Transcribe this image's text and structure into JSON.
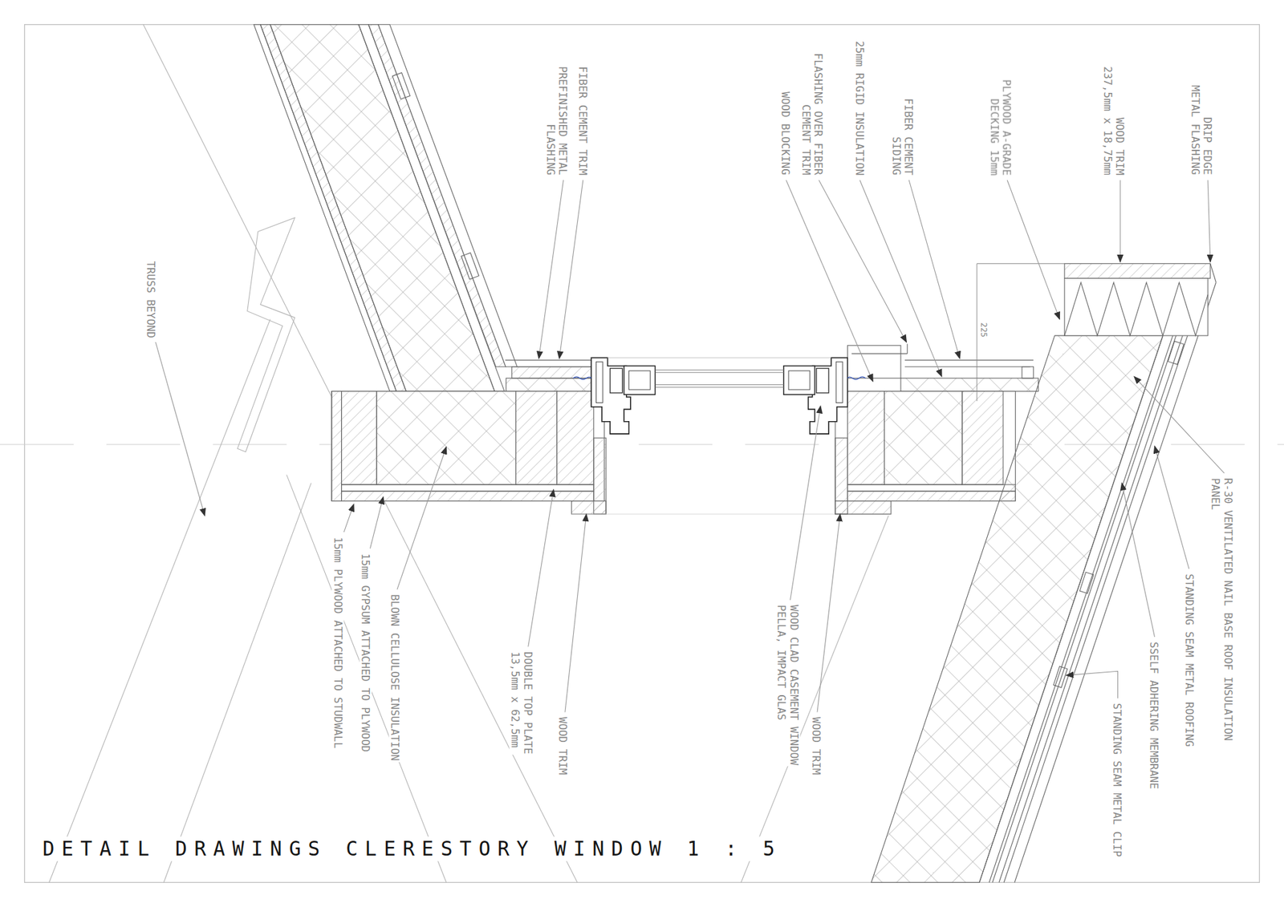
{
  "diagram": {
    "title": "DETAIL DRAWINGS CLERESTORY WINDOW 1 : 5",
    "labels": [
      "FIBER CEMENT TRIM",
      "PREFINISHED METAL FLASHING",
      "FLASHING OVER FIBER CEMENT TRIM",
      "WOOD BLOCKING",
      "25mm RIGID INSULATION",
      "FIBER CEMENT SIDING",
      "PLYWOOD A-GRADE DECKING 15mm",
      "WOOD TRIM 237,5mm x 18,75mm",
      "DRIP EDGE METAL FLASHING",
      "225",
      "TRUSS BEYOND",
      "15mm PLYWOOD ATTACHED TO STUDWALL",
      "15mm GYPSUM ATTACHED TO PLYWOOD",
      "BLOWN CELLULOSE INSULATION",
      "DOUBLE TOP PLATE 13,5mm x 62,5mm",
      "WOOD TRIM",
      "WOOD CLAD CASEMENT WINDOW PELLA, IMPACT GLAS",
      "WOOD TRIM",
      "R-30 VENTILATED NAIL BASE ROOF INSULATION PANEL",
      "STANDING SEAM METAL ROOFING",
      "SSELF ADHERING MEMBRANE",
      "STANDING SEAM METAL CLIP"
    ]
  }
}
